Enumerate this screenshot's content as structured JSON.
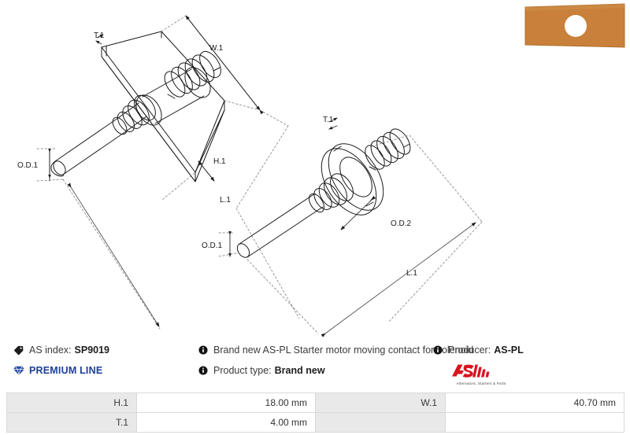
{
  "product": {
    "thumbnail": {
      "icon": "contact-plate-image",
      "body_color": "#c8803a",
      "edge_color": "#b06f2e",
      "hole_color": "#ffffff"
    }
  },
  "drawing": {
    "icon": "technical-drawing",
    "line_color": "#1b1b1b",
    "dim_color": "#555555",
    "views": [
      {
        "name": "assembled-view",
        "labels": [
          "T.1",
          "W.1",
          "H.1",
          "O.D.1",
          "L.1"
        ]
      },
      {
        "name": "contact-detail-view",
        "labels": [
          "T.1",
          "O.D.2",
          "O.D.1",
          "L.1"
        ]
      }
    ],
    "label_t1": "T.1",
    "label_w1": "W.1",
    "label_h1": "H.1",
    "label_l1": "L.1",
    "label_od1": "O.D.1",
    "label_od2": "O.D.2",
    "label_t1_right": "T.1",
    "label_od1_right": "O.D.1",
    "label_l1_right": "L.1"
  },
  "info": {
    "as_index_label": "AS index:",
    "as_index_value": "SP9019",
    "premium_line": "PREMIUM LINE",
    "description": "Brand new AS-PL Starter motor moving contact for solenoid",
    "product_type_label": "Product type:",
    "product_type_value": "Brand new",
    "producer_label": "Producer:",
    "producer_value": "AS-PL"
  },
  "brand": {
    "name": "AS",
    "tagline": "Alternators, Starters & Parts",
    "color": "#d8151f"
  },
  "spec_table": {
    "rows": [
      {
        "k1": "H.1",
        "v1": "18.00 mm",
        "k2": "W.1",
        "v2": "40.70 mm"
      },
      {
        "k1": "T.1",
        "v1": "4.00 mm",
        "k2": "",
        "v2": ""
      }
    ]
  }
}
